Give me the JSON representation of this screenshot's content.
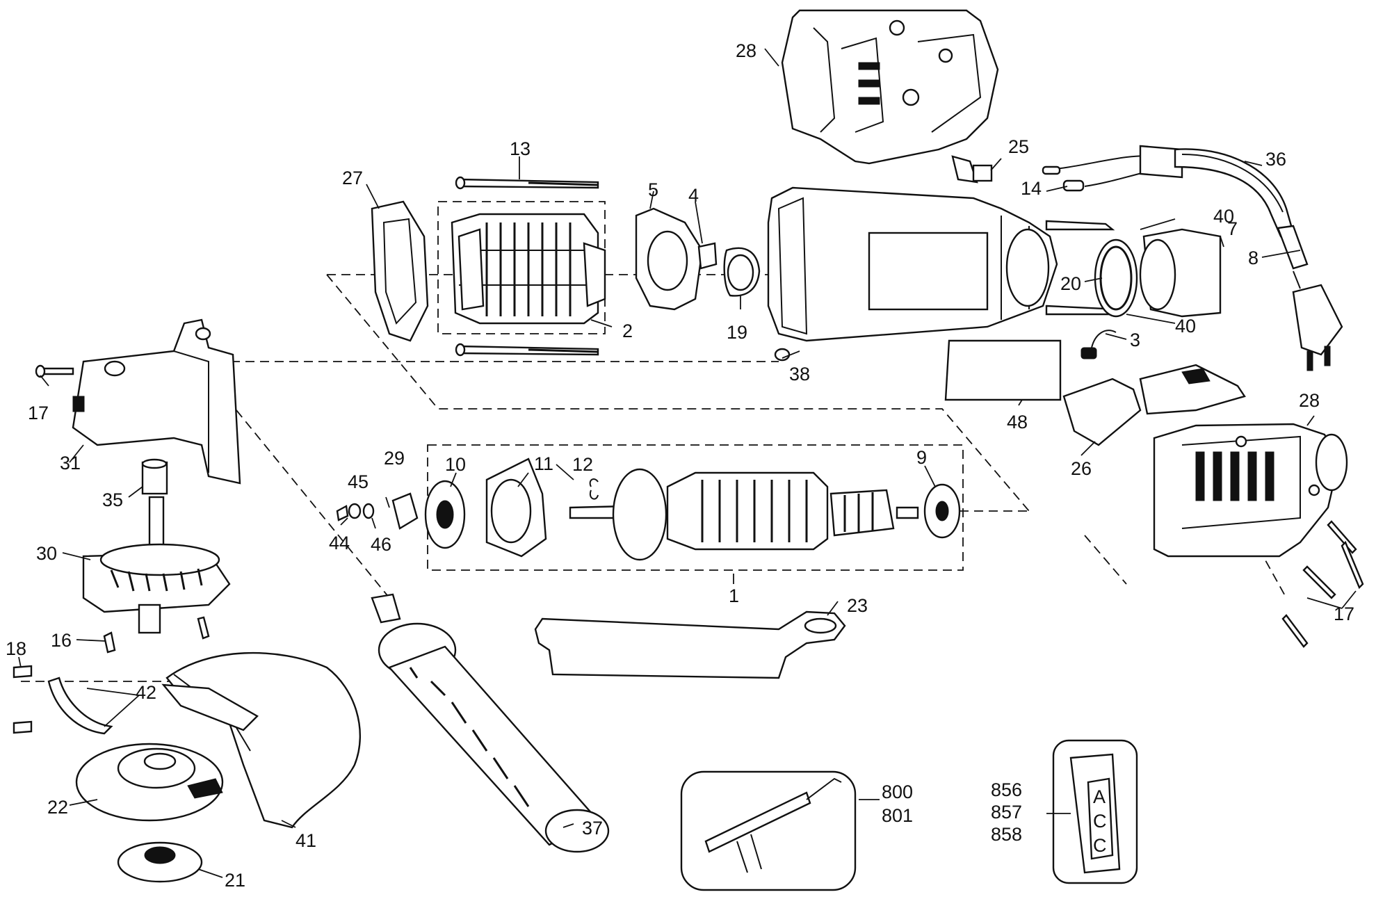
{
  "labels": {
    "p1": "1",
    "p2": "2",
    "p3": "3",
    "p4": "4",
    "p5": "5",
    "p7": "7",
    "p8": "8",
    "p9": "9",
    "p10": "10",
    "p11": "11",
    "p12": "12",
    "p13": "13",
    "p14": "14",
    "p16": "16",
    "p17a": "17",
    "p17b": "17",
    "p18": "18",
    "p19": "19",
    "p20": "20",
    "p21": "21",
    "p22": "22",
    "p23": "23",
    "p25": "25",
    "p26": "26",
    "p27": "27",
    "p28a": "28",
    "p28b": "28",
    "p29": "29",
    "p30": "30",
    "p31": "31",
    "p35": "35",
    "p36": "36",
    "p37": "37",
    "p38": "38",
    "p40a": "40",
    "p40b": "40",
    "p41": "41",
    "p42": "42",
    "p44": "44",
    "p45": "45",
    "p46": "46",
    "p48": "48",
    "p800": "800",
    "p801": "801",
    "p856": "856",
    "p857": "857",
    "p858": "858"
  },
  "label_text": {
    "acc_a": "A",
    "acc_c1": "C",
    "acc_c2": "C"
  },
  "colors": {
    "ink": "#111111",
    "paper": "#ffffff"
  }
}
